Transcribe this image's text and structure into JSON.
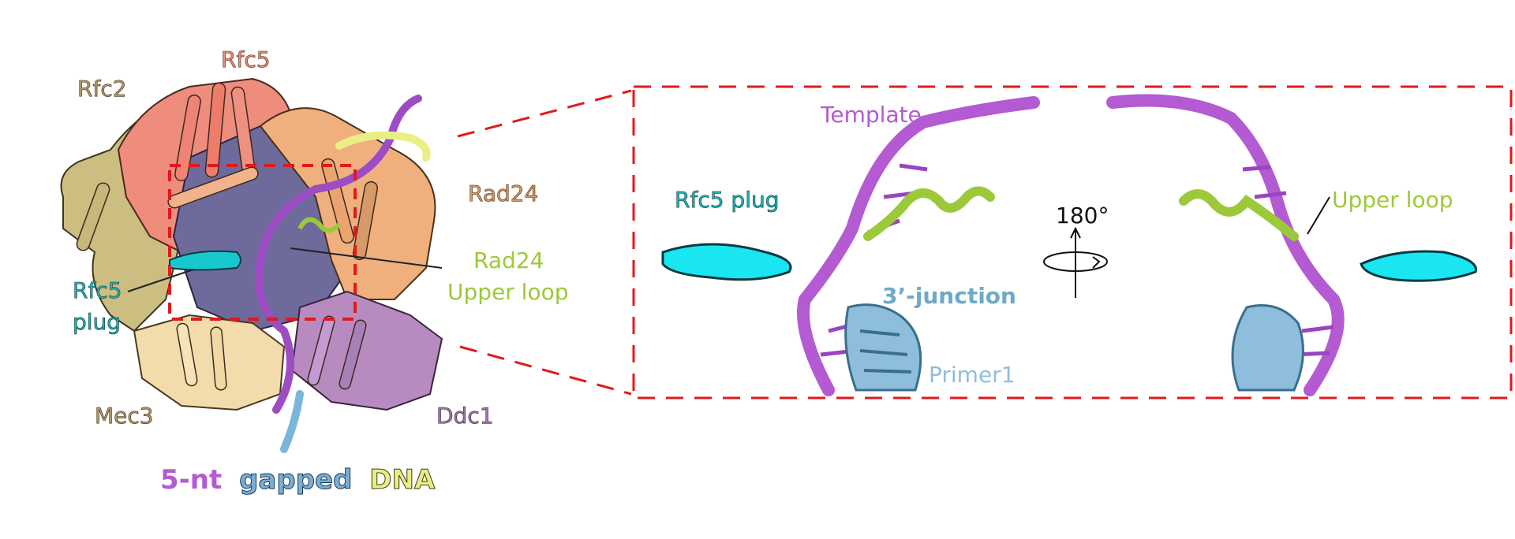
{
  "labels": {
    "rfc2": "Rfc2",
    "rfc5": "Rfc5",
    "rad24": "Rad24",
    "rad24_upper_loop_line1": "Rad24",
    "rad24_upper_loop_line2": "Upper loop",
    "rfc5_plug_line1": "Rfc5",
    "rfc5_plug_line2": "plug",
    "mec3": "Mec3",
    "ddc1": "Ddc1",
    "caption_part1": "5-nt",
    "caption_part2": "gapped",
    "caption_part3": "DNA"
  },
  "inset_labels": {
    "template": "Template",
    "rfc5_plug": "Rfc5 plug",
    "rotation": "180°",
    "three_prime_junction": "3’-junction",
    "primer1": "Primer1",
    "upper_loop": "Upper loop"
  },
  "colors": {
    "rfc2": "#a8956a",
    "rfc5": "#ee8070",
    "rad24": "#c98f55",
    "upper_loop": "#9cc93a",
    "rfc5_plug": "#1fb5b8",
    "mec3": "#b19a6a",
    "ddc1": "#9b78a8",
    "template": "#b45ad2",
    "junction": "#6fa9c8",
    "primer1": "#8fbedd",
    "dna_yellow": "#e9ef84",
    "dashed_box": "#e0191c",
    "plug_fill": "#19e6f0"
  }
}
